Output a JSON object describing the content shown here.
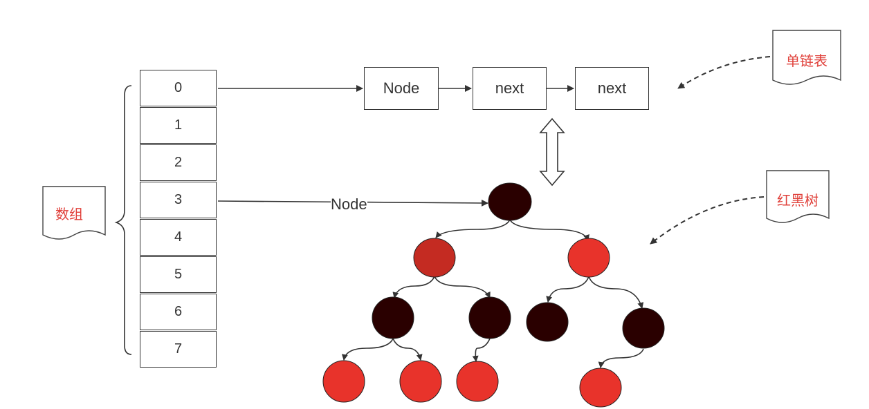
{
  "array": {
    "indices": [
      "0",
      "1",
      "2",
      "3",
      "4",
      "5",
      "6",
      "7"
    ]
  },
  "linked_list": {
    "nodes": [
      "Node",
      "next",
      "next"
    ]
  },
  "tree_link_label": "Node",
  "labels": {
    "array": "数组",
    "linked_list": "单链表",
    "red_black_tree": "红黑树"
  },
  "colors": {
    "black_node": "#2a0000",
    "red_node": "#e8332b",
    "dark_red_node": "#c42b22",
    "label_text": "#e0403a",
    "line": "#333333"
  }
}
